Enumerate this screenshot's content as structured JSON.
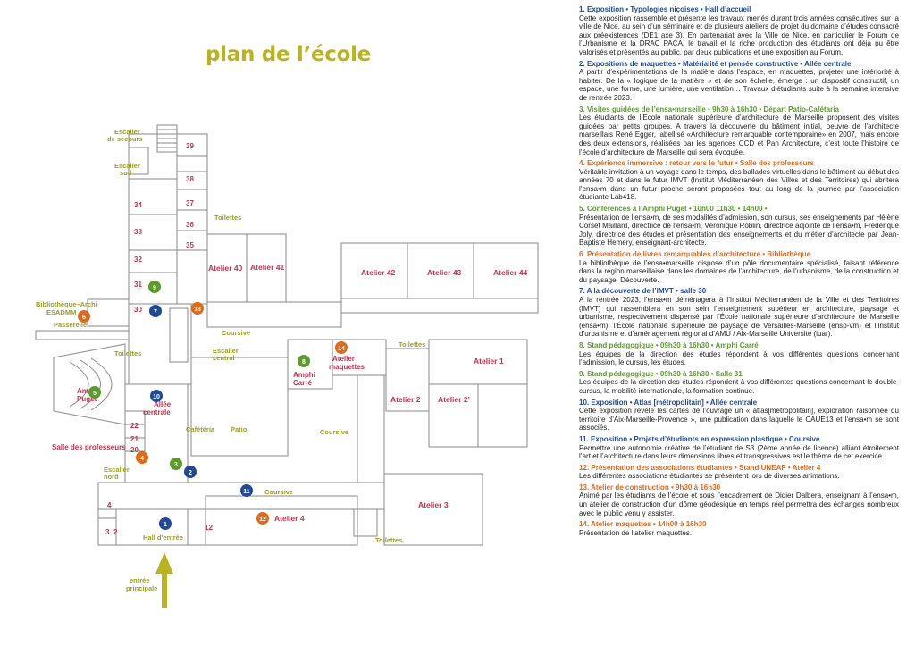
{
  "colors": {
    "title": "#b9b320",
    "blue": "#1f4a9a",
    "green": "#5c9a2c",
    "orange": "#e06a1a",
    "room_red": "#c72f4d",
    "area_olive": "#9aa020"
  },
  "plan": {
    "title": "plan de l’école",
    "labels": {
      "escalier_secours": [
        "Escalier",
        "de secours"
      ],
      "escalier_sud": [
        "Escalier",
        "sud"
      ],
      "toilettes": "Toilettes",
      "bibliotheque": [
        "Bibliothèque–Archi",
        "ESADMM"
      ],
      "passerelle": "Passerelle",
      "coursive": "Coursive",
      "escalier_central": [
        "Escalier",
        "central"
      ],
      "amphi_puget": [
        "Amphi",
        "Puget"
      ],
      "allee_centrale": [
        "Allée",
        "centrale"
      ],
      "cafeteria": "Cafétéria",
      "patio": "Patio",
      "salle_professeurs": "Salle des professeurs",
      "escalier_nord": [
        "Escalier",
        "nord"
      ],
      "hall_entree": "Hall d’entrée",
      "entree_principale": [
        "entrée",
        "principale"
      ],
      "atelier_maquettes": [
        "Atelier",
        "maquettes"
      ],
      "amphi_carre": [
        "Amphi",
        "Carré"
      ]
    },
    "rooms": [
      "39",
      "38",
      "37",
      "36",
      "35",
      "34",
      "33",
      "32",
      "31",
      "30",
      "22",
      "21",
      "20",
      "4",
      "3",
      "2",
      "12"
    ],
    "ateliers": [
      "Atelier 40",
      "Atelier 41",
      "Atelier 42",
      "Atelier 43",
      "Atelier 44",
      "Atelier 1",
      "Atelier 2",
      "Atelier 2’",
      "Atelier 3",
      "Atelier 4"
    ],
    "markers": [
      "1",
      "2",
      "3",
      "4",
      "5",
      "6",
      "7",
      "8",
      "9",
      "10",
      "11",
      "12",
      "13",
      "14"
    ]
  },
  "program": [
    {
      "color": "blue",
      "title": "1. Exposition • Typologies niçoises • Hall d’accueil",
      "text": "Cette exposition rassemble et présente les travaux menés durant trois années consécutives sur la ville de Nice, au sein d’un séminaire et de plusieurs ateliers de projet du domaine d’études consacré aux préexistences (DE1 axe 3). En partenariat avec la Ville de Nice, en particulier le Forum de l’Urbanisme et la DRAC PACA, le travail et la riche production des étudiants ont déjà pu être valorisés et présentés au public, par deux publications et une exposition au Forum."
    },
    {
      "color": "blue",
      "title": "2. Expositions de maquettes • Matérialité et pensée constructive • Allée centrale",
      "text": "A partir d’expérimentations de la matière dans l’espace, en maquettes, projeter une intériorité à habiter. De la « logique de la matière » et de son échelle, émerge : un dispositif constructif, un espace, une forme, une lumière, une ventilation… Travaux d’étudiants suite à la semaine intensive de rentrée 2023."
    },
    {
      "color": "green",
      "title": "3. Visites guidées de l’ensa•marseille • 9h30 à 16h30 • Départ Patio-Cafétaria",
      "text": "Les étudiants de l’Ecole nationale supérieure d’architecture de Marseille proposent des visites guidées par petits groupes. A travers la découverte du bâtiment initial, oeuvre de l’architecte marseillais René Egger, labellisé «Architecture remarquable contemporaine» en 2007, mais encore des deux extensions, réalisées par les agences CCD et Pan Architecture, c’est toute l’histoire de l’école d’architecture de Marseille qui sera évoquée."
    },
    {
      "color": "orange",
      "title": "4. Expérience immersive : retour vers le futur • Salle des professeurs",
      "text": "Véritable invitation à un voyage dans le temps, des ballades virtuelles dans le bâtiment au début des années 70 et dans le futur IMVT (Institut Méditerranéen des Villes et des Territoires) qui abritera l’ensa•m dans un futur proche seront proposées tout au long de la journée par l’association étudiante Lab418."
    },
    {
      "color": "green",
      "title": "5. Conférences à l’Amphi Puget • 10h00  11h30 • 14h00 •",
      "text": "Présentation de l’ensa•m, de ses modalités d’admission, son cursus, ses enseignements par Hélène Corset Maillard, directrice de l’ensa•m, Véronique Roblin, directrice adjointe de l’ensa•m, Frédérique Joly, directrice des études et présentation des enseignements et du métier d’architecte par Jean-Baptiste Hemery, enseignant-architecte."
    },
    {
      "color": "orange",
      "title": "6. Présentation de livres remarquables d’architecture • Bibliothèque",
      "text": "La bibliothèque de l’ensa•marseille dispose d’un pôle documentaire spécialisé, faisant référence dans la région marseillaise dans les domaines de l’architecture, de l’urbanisme, de la construction et du paysage. Découverte."
    },
    {
      "color": "blue",
      "title": "7. A la découverte de l’IMVT • salle 30",
      "text": "A la rentrée 2023, l’ensa•m déménagera à l’Institut Méditerranéen de la Ville et des Territoires (IMVT) qui rassemblera en son sein l’enseignement supérieur en architecture, paysage et urbanisme, respectivement dispensé par l’École nationale supérieure d’architecture de Marseille (ensa•m), l’École nationale supérieure de paysage de Versailles-Marseille (ensp-vm) et l’Institut d’urbanisme et d’aménagement régional d’AMU / Aix-Marseille Université (iuar)."
    },
    {
      "color": "green",
      "title": "8. Stand pédagogique •  09h30 à 16h30 • Amphi Carré",
      "text": "Les équipes de la direction des études répondent à vos différentes questions concernant l’admission, le cursus, les études."
    },
    {
      "color": "green",
      "title": "9. Stand pédagogique •  09h30 à 16h30 • Salle 31",
      "text": "Les équipes de la direction des études répondent à vos différentes questions concernant le double-cursus, la mobilité internationale, la formation continue."
    },
    {
      "color": "blue",
      "title": "10. Exposition • Atlas [métropolitain] • Allée centrale",
      "text": "Cette exposition révèle les cartes de l’ouvrage un « atlas[métropolitain], exploration raisonnée du territoire d’Aix-Marseille-Provence », une publication dans laquelle le CAUE13 et l’ensa•m se sont associés."
    },
    {
      "color": "blue",
      "title": "11. Exposition • Projets d’étudiants en expression plastique • Coursive",
      "text": "Permettre une autonomie créative de l’étudiant de S3 (2ème année de licence) alliant étroitement l’art et l’architecture dans leurs dimensions libres et transgressives est le thème de cet exercice."
    },
    {
      "color": "orange",
      "title": "12. Présentation des associations étudiantes • Stand UNEAP • Atelier 4",
      "text": "Les différentes associations étudiantes se présentent lors de diverses animations."
    },
    {
      "color": "orange",
      "title": "13. Atelier de construction • 9h30 à 16h30",
      "text": "Animé par les étudiants de l’école et sous l’encadrement de Didier Dalbera, enseignant à l’ensa•m, un atelier de construction d’un dôme géodésique en temps réel permettra des échanges nombreux avec le public venu y assister."
    },
    {
      "color": "orange",
      "title": "14. Atelier maquettes • 14h00 à 16h30",
      "text": "Présentation de l’atelier maquettes."
    }
  ]
}
